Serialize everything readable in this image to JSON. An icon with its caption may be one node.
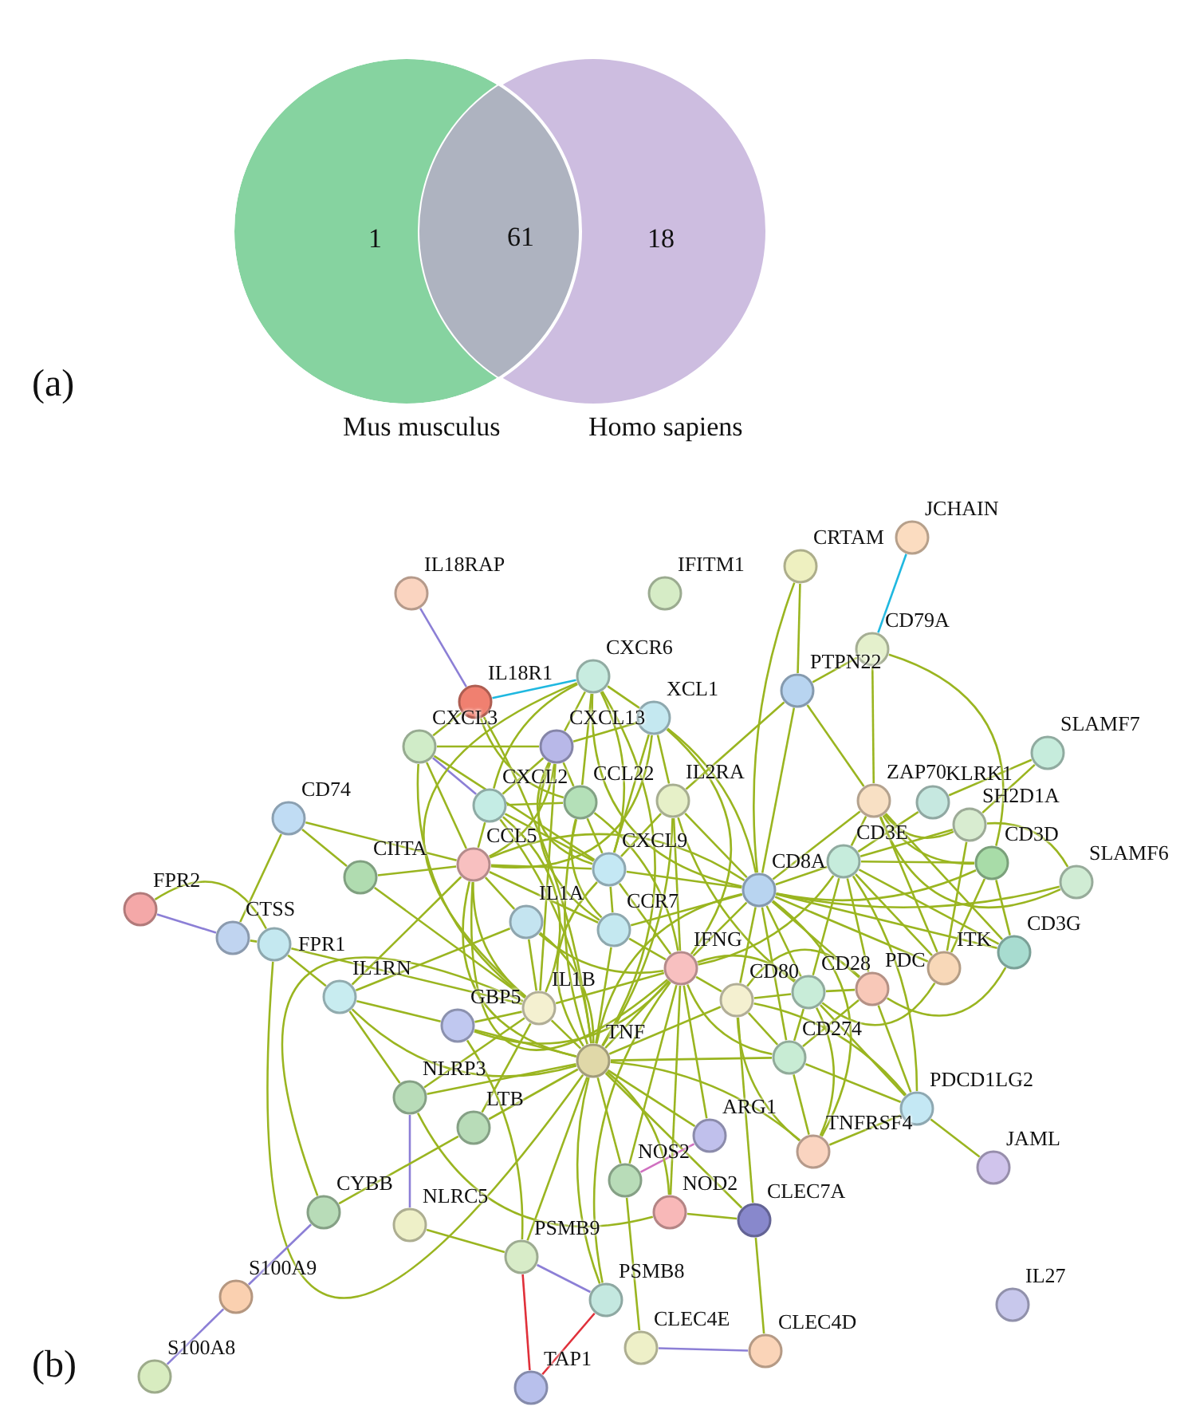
{
  "diagram": {
    "nodes": [
      {
        "text": [
          "1"
        ],
        "beside": [
          "Mus musculus"
        ]
      },
      {
        "text": [
          "18"
        ],
        "beside": [
          "Homo sapiens"
        ]
      },
      {
        "text": [
          "JCHAIN"
        ]
      },
      {
        "text": [
          "CRTAM"
        ]
      },
      {
        "text": [
          "IL18RAP"
        ]
      },
      {
        "text": [
          "IFITM1"
        ]
      },
      {
        "text": [
          "CD79A"
        ]
      },
      {
        "text": [
          "CXCR6"
        ]
      },
      {
        "text": [
          "PTPN22"
        ]
      },
      {
        "text": [
          "IL18R1"
        ]
      },
      {
        "text": [
          "XCL1"
        ]
      },
      {
        "text": [
          "CXCL3"
        ]
      },
      {
        "text": [
          "CXCL13"
        ]
      },
      {
        "text": [
          "SLAMF7"
        ]
      },
      {
        "text": [
          "ZAP70"
        ]
      },
      {
        "text": [
          "KLRK1"
        ]
      },
      {
        "text": [
          "IL2RA"
        ]
      },
      {
        "text": [
          "CXCL2"
        ]
      },
      {
        "text": [
          "CCL22"
        ]
      },
      {
        "text": [
          "CD74"
        ]
      },
      {
        "text": [
          "SH2D1A"
        ]
      },
      {
        "text": [
          "CD3E"
        ]
      },
      {
        "text": [
          "CD3D"
        ]
      },
      {
        "text": [
          "CCL5"
        ]
      },
      {
        "text": [
          "CXCL9"
        ]
      },
      {
        "text": [
          "CIITA"
        ]
      },
      {
        "text": [
          "SLAMF6"
        ]
      },
      {
        "text": [
          "CD8A"
        ]
      },
      {
        "text": [
          "IL1A"
        ]
      },
      {
        "text": [
          "CCR7"
        ]
      },
      {
        "text": [
          "CTSS"
        ]
      },
      {
        "text": [
          "FPR1"
        ]
      },
      {
        "text": [
          "FPR2"
        ]
      },
      {
        "text": [
          "CD3G"
        ]
      },
      {
        "text": [
          "ITK"
        ]
      },
      {
        "text": [
          "IFNG"
        ]
      },
      {
        "text": [
          "PDC"
        ]
      },
      {
        "text": [
          "CD28"
        ]
      },
      {
        "text": [
          "CD80"
        ]
      },
      {
        "text": [
          "IL1RN"
        ]
      },
      {
        "text": [
          "IL1B"
        ]
      },
      {
        "text": [
          "GBP5"
        ]
      },
      {
        "text": [
          "TNF"
        ]
      },
      {
        "text": [
          "CD274"
        ]
      },
      {
        "text": [
          "NLRP3"
        ]
      },
      {
        "text": [
          "PDCD1LG2"
        ]
      },
      {
        "text": [
          "LTB"
        ]
      },
      {
        "text": [
          "ARG1"
        ]
      },
      {
        "text": [
          "TNFRSF4"
        ]
      },
      {
        "text": [
          "JAML"
        ]
      },
      {
        "text": [
          "NOS2"
        ]
      },
      {
        "text": [
          "NOD2"
        ]
      },
      {
        "text": [
          "CLEC7A"
        ]
      },
      {
        "text": [
          "CYBB"
        ]
      },
      {
        "text": [
          "NLRC5"
        ]
      },
      {
        "text": [
          "PSMB9"
        ]
      },
      {
        "text": [
          "IL27"
        ]
      },
      {
        "text": [
          "PSMB8"
        ]
      },
      {
        "text": [
          "S100A9"
        ]
      },
      {
        "text": [
          "CLEC4E"
        ]
      },
      {
        "text": [
          "CLEC4D"
        ]
      },
      {
        "text": [
          "S100A8"
        ]
      },
      {
        "text": [
          "TAP1"
        ]
      }
    ],
    "edges": [
      {
        "from": 4,
        "to": 9,
        "arrow": "none",
        "color": "#8c7fd6"
      },
      {
        "from": 9,
        "to": 7,
        "arrow": "none",
        "color": "#1fb8e0"
      },
      {
        "from": 9,
        "to": 11,
        "arrow": "none"
      },
      {
        "from": 9,
        "to": 42,
        "arrow": "none"
      },
      {
        "from": 9,
        "to": 18,
        "arrow": "none"
      },
      {
        "from": 11,
        "to": 17,
        "arrow": "none",
        "color": "#8c7fd6"
      },
      {
        "from": 11,
        "to": 12,
        "arrow": "none"
      },
      {
        "from": 11,
        "to": 24,
        "arrow": "none"
      },
      {
        "from": 11,
        "to": 23,
        "arrow": "none"
      },
      {
        "from": 11,
        "to": 40,
        "arrow": "none"
      },
      {
        "from": 7,
        "to": 12,
        "arrow": "none"
      },
      {
        "from": 7,
        "to": 10,
        "arrow": "none"
      },
      {
        "from": 7,
        "to": 17,
        "arrow": "none"
      },
      {
        "from": 7,
        "to": 18,
        "arrow": "none"
      },
      {
        "from": 7,
        "to": 24,
        "arrow": "none"
      },
      {
        "from": 7,
        "to": 40,
        "arrow": "none"
      },
      {
        "from": 7,
        "to": 42,
        "arrow": "none"
      },
      {
        "from": 7,
        "to": 27,
        "arrow": "none"
      },
      {
        "from": 10,
        "to": 12,
        "arrow": "none"
      },
      {
        "from": 10,
        "to": 16,
        "arrow": "none"
      },
      {
        "from": 10,
        "to": 27,
        "arrow": "none"
      },
      {
        "from": 10,
        "to": 23,
        "arrow": "none"
      },
      {
        "from": 10,
        "to": 24,
        "arrow": "none"
      },
      {
        "from": 10,
        "to": 35,
        "arrow": "none"
      },
      {
        "from": 12,
        "to": 17,
        "arrow": "none"
      },
      {
        "from": 12,
        "to": 18,
        "arrow": "none"
      },
      {
        "from": 12,
        "to": 24,
        "arrow": "none"
      },
      {
        "from": 12,
        "to": 29,
        "arrow": "none"
      },
      {
        "from": 12,
        "to": 23,
        "arrow": "none"
      },
      {
        "from": 12,
        "to": 40,
        "arrow": "none"
      },
      {
        "from": 17,
        "to": 23,
        "arrow": "none"
      },
      {
        "from": 17,
        "to": 24,
        "arrow": "none"
      },
      {
        "from": 17,
        "to": 40,
        "arrow": "none"
      },
      {
        "from": 17,
        "to": 42,
        "arrow": "none"
      },
      {
        "from": 17,
        "to": 18,
        "arrow": "none"
      },
      {
        "from": 18,
        "to": 29,
        "arrow": "none"
      },
      {
        "from": 18,
        "to": 24,
        "arrow": "none"
      },
      {
        "from": 18,
        "to": 35,
        "arrow": "none"
      },
      {
        "from": 18,
        "to": 42,
        "arrow": "none"
      },
      {
        "from": 16,
        "to": 27,
        "arrow": "none"
      },
      {
        "from": 16,
        "to": 42,
        "arrow": "none"
      },
      {
        "from": 16,
        "to": 35,
        "arrow": "none"
      },
      {
        "from": 16,
        "to": 8,
        "arrow": "none"
      },
      {
        "from": 16,
        "to": 37,
        "arrow": "none"
      },
      {
        "from": 16,
        "to": 24,
        "arrow": "none"
      },
      {
        "from": 19,
        "to": 25,
        "arrow": "none"
      },
      {
        "from": 19,
        "to": 30,
        "arrow": "none"
      },
      {
        "from": 19,
        "to": 23,
        "arrow": "none"
      },
      {
        "from": 25,
        "to": 23,
        "arrow": "none"
      },
      {
        "from": 25,
        "to": 40,
        "arrow": "none"
      },
      {
        "from": 23,
        "to": 24,
        "arrow": "none"
      },
      {
        "from": 23,
        "to": 28,
        "arrow": "none"
      },
      {
        "from": 23,
        "to": 40,
        "arrow": "none"
      },
      {
        "from": 23,
        "to": 42,
        "arrow": "none"
      },
      {
        "from": 23,
        "to": 35,
        "arrow": "none"
      },
      {
        "from": 23,
        "to": 27,
        "arrow": "none"
      },
      {
        "from": 23,
        "to": 29,
        "arrow": "none"
      },
      {
        "from": 23,
        "to": 39,
        "arrow": "none"
      },
      {
        "from": 24,
        "to": 29,
        "arrow": "none"
      },
      {
        "from": 24,
        "to": 35,
        "arrow": "none"
      },
      {
        "from": 24,
        "to": 42,
        "arrow": "none"
      },
      {
        "from": 24,
        "to": 27,
        "arrow": "none"
      },
      {
        "from": 28,
        "to": 40,
        "arrow": "none"
      },
      {
        "from": 28,
        "to": 42,
        "arrow": "none"
      },
      {
        "from": 28,
        "to": 39,
        "arrow": "none"
      },
      {
        "from": 28,
        "to": 35,
        "arrow": "none"
      },
      {
        "from": 29,
        "to": 42,
        "arrow": "none"
      },
      {
        "from": 29,
        "to": 35,
        "arrow": "none"
      },
      {
        "from": 29,
        "to": 27,
        "arrow": "none"
      },
      {
        "from": 30,
        "to": 31,
        "arrow": "none"
      },
      {
        "from": 30,
        "to": 32,
        "arrow": "none",
        "color": "#8c7fd6"
      },
      {
        "from": 31,
        "to": 32,
        "arrow": "none"
      },
      {
        "from": 31,
        "to": 39,
        "arrow": "none"
      },
      {
        "from": 31,
        "to": 40,
        "arrow": "none"
      },
      {
        "from": 31,
        "to": 42,
        "arrow": "none"
      },
      {
        "from": 39,
        "to": 41,
        "arrow": "none"
      },
      {
        "from": 39,
        "to": 44,
        "arrow": "none"
      },
      {
        "from": 39,
        "to": 42,
        "arrow": "none"
      },
      {
        "from": 41,
        "to": 40,
        "arrow": "none"
      },
      {
        "from": 41,
        "to": 42,
        "arrow": "none"
      },
      {
        "from": 41,
        "to": 35,
        "arrow": "none"
      },
      {
        "from": 41,
        "to": 55,
        "arrow": "none"
      },
      {
        "from": 40,
        "to": 42,
        "arrow": "none"
      },
      {
        "from": 40,
        "to": 44,
        "arrow": "none"
      },
      {
        "from": 40,
        "to": 35,
        "arrow": "none"
      },
      {
        "from": 40,
        "to": 46,
        "arrow": "none"
      },
      {
        "from": 40,
        "to": 53,
        "arrow": "none"
      },
      {
        "from": 44,
        "to": 42,
        "arrow": "none"
      },
      {
        "from": 44,
        "to": 54,
        "arrow": "none",
        "color": "#8c7fd6"
      },
      {
        "from": 44,
        "to": 51,
        "arrow": "none"
      },
      {
        "from": 46,
        "to": 42,
        "arrow": "none"
      },
      {
        "from": 46,
        "to": 53,
        "arrow": "none"
      },
      {
        "from": 53,
        "to": 58,
        "arrow": "none",
        "color": "#8c7fd6"
      },
      {
        "from": 58,
        "to": 61,
        "arrow": "none",
        "color": "#8c7fd6"
      },
      {
        "from": 54,
        "to": 55,
        "arrow": "none"
      },
      {
        "from": 55,
        "to": 57,
        "arrow": "none",
        "color": "#8c7fd6"
      },
      {
        "from": 55,
        "to": 62,
        "arrow": "none",
        "color": "#e0303a"
      },
      {
        "from": 57,
        "to": 62,
        "arrow": "none",
        "color": "#e0303a"
      },
      {
        "from": 55,
        "to": 42,
        "arrow": "none"
      },
      {
        "from": 57,
        "to": 35,
        "arrow": "none"
      },
      {
        "from": 57,
        "to": 42,
        "arrow": "none"
      },
      {
        "from": 59,
        "to": 60,
        "arrow": "none",
        "color": "#8c7fd6"
      },
      {
        "from": 52,
        "to": 60,
        "arrow": "none"
      },
      {
        "from": 52,
        "to": 51,
        "arrow": "none"
      },
      {
        "from": 52,
        "to": 42,
        "arrow": "none"
      },
      {
        "from": 52,
        "to": 38,
        "arrow": "none"
      },
      {
        "from": 50,
        "to": 47,
        "arrow": "none",
        "color": "#d070c0"
      },
      {
        "from": 50,
        "to": 42,
        "arrow": "none"
      },
      {
        "from": 50,
        "to": 35,
        "arrow": "none"
      },
      {
        "from": 50,
        "to": 59,
        "arrow": "none"
      },
      {
        "from": 51,
        "to": 42,
        "arrow": "none"
      },
      {
        "from": 51,
        "to": 35,
        "arrow": "none"
      },
      {
        "from": 47,
        "to": 42,
        "arrow": "none"
      },
      {
        "from": 47,
        "to": 35,
        "arrow": "none"
      },
      {
        "from": 48,
        "to": 42,
        "arrow": "none"
      },
      {
        "from": 48,
        "to": 38,
        "arrow": "none"
      },
      {
        "from": 48,
        "to": 37,
        "arrow": "none"
      },
      {
        "from": 48,
        "to": 43,
        "arrow": "none"
      },
      {
        "from": 48,
        "to": 45,
        "arrow": "none"
      },
      {
        "from": 48,
        "to": 27,
        "arrow": "none"
      },
      {
        "from": 43,
        "to": 42,
        "arrow": "none"
      },
      {
        "from": 43,
        "to": 45,
        "arrow": "none"
      },
      {
        "from": 43,
        "to": 38,
        "arrow": "none"
      },
      {
        "from": 43,
        "to": 37,
        "arrow": "none"
      },
      {
        "from": 43,
        "to": 36,
        "arrow": "none"
      },
      {
        "from": 43,
        "to": 35,
        "arrow": "none"
      },
      {
        "from": 43,
        "to": 27,
        "arrow": "none"
      },
      {
        "from": 45,
        "to": 36,
        "arrow": "none"
      },
      {
        "from": 45,
        "to": 38,
        "arrow": "none"
      },
      {
        "from": 45,
        "to": 37,
        "arrow": "none"
      },
      {
        "from": 45,
        "to": 49,
        "arrow": "none"
      },
      {
        "from": 45,
        "to": 21,
        "arrow": "none"
      },
      {
        "from": 36,
        "to": 37,
        "arrow": "none"
      },
      {
        "from": 36,
        "to": 38,
        "arrow": "none"
      },
      {
        "from": 36,
        "to": 27,
        "arrow": "none"
      },
      {
        "from": 36,
        "to": 21,
        "arrow": "none"
      },
      {
        "from": 36,
        "to": 33,
        "arrow": "none"
      },
      {
        "from": 37,
        "to": 38,
        "arrow": "none"
      },
      {
        "from": 37,
        "to": 27,
        "arrow": "none"
      },
      {
        "from": 37,
        "to": 21,
        "arrow": "none"
      },
      {
        "from": 37,
        "to": 34,
        "arrow": "none"
      },
      {
        "from": 37,
        "to": 35,
        "arrow": "none"
      },
      {
        "from": 38,
        "to": 35,
        "arrow": "none"
      },
      {
        "from": 38,
        "to": 27,
        "arrow": "none"
      },
      {
        "from": 38,
        "to": 42,
        "arrow": "none"
      },
      {
        "from": 35,
        "to": 42,
        "arrow": "none"
      },
      {
        "from": 35,
        "to": 27,
        "arrow": "none"
      },
      {
        "from": 35,
        "to": 21,
        "arrow": "none"
      },
      {
        "from": 27,
        "to": 21,
        "arrow": "none"
      },
      {
        "from": 27,
        "to": 14,
        "arrow": "none"
      },
      {
        "from": 27,
        "to": 22,
        "arrow": "none"
      },
      {
        "from": 27,
        "to": 33,
        "arrow": "none"
      },
      {
        "from": 27,
        "to": 34,
        "arrow": "none"
      },
      {
        "from": 27,
        "to": 8,
        "arrow": "none"
      },
      {
        "from": 27,
        "to": 42,
        "arrow": "none"
      },
      {
        "from": 27,
        "to": 26,
        "arrow": "none"
      },
      {
        "from": 27,
        "to": 3,
        "arrow": "none"
      },
      {
        "from": 21,
        "to": 14,
        "arrow": "none"
      },
      {
        "from": 21,
        "to": 22,
        "arrow": "none"
      },
      {
        "from": 21,
        "to": 33,
        "arrow": "none"
      },
      {
        "from": 21,
        "to": 34,
        "arrow": "none"
      },
      {
        "from": 21,
        "to": 20,
        "arrow": "none"
      },
      {
        "from": 21,
        "to": 15,
        "arrow": "none"
      },
      {
        "from": 14,
        "to": 22,
        "arrow": "none"
      },
      {
        "from": 14,
        "to": 33,
        "arrow": "none"
      },
      {
        "from": 14,
        "to": 34,
        "arrow": "none"
      },
      {
        "from": 14,
        "to": 8,
        "arrow": "none"
      },
      {
        "from": 14,
        "to": 6,
        "arrow": "none"
      },
      {
        "from": 14,
        "to": 20,
        "arrow": "none"
      },
      {
        "from": 14,
        "to": 26,
        "arrow": "none"
      },
      {
        "from": 20,
        "to": 13,
        "arrow": "none"
      },
      {
        "from": 20,
        "to": 26,
        "arrow": "none"
      },
      {
        "from": 20,
        "to": 34,
        "arrow": "none"
      },
      {
        "from": 15,
        "to": 13,
        "arrow": "none"
      },
      {
        "from": 22,
        "to": 33,
        "arrow": "none"
      },
      {
        "from": 22,
        "to": 34,
        "arrow": "none"
      },
      {
        "from": 8,
        "to": 3,
        "arrow": "none"
      },
      {
        "from": 8,
        "to": 6,
        "arrow": "none"
      },
      {
        "from": 6,
        "to": 2,
        "arrow": "none",
        "color": "#1fb8e0"
      },
      {
        "from": 6,
        "to": 22,
        "arrow": "none"
      }
    ],
    "labels": [
      "61",
      "(a)",
      "(b)"
    ]
  }
}
